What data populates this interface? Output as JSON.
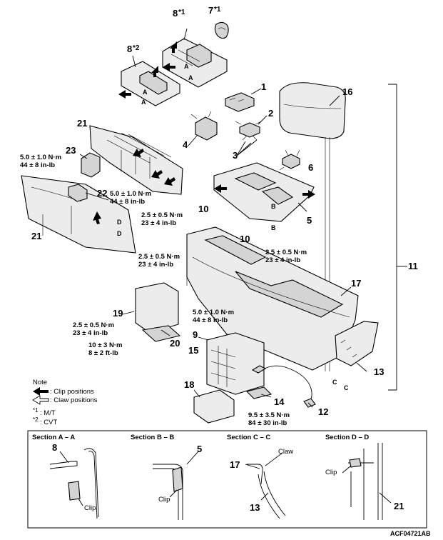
{
  "parts": {
    "p1": "1",
    "p2": "2",
    "p3": "3",
    "p4": "4",
    "p5": "5",
    "p6": "6",
    "p7": "7",
    "p7_sup": "*1",
    "p8": "8",
    "p8a_sup": "*1",
    "p8b": "8",
    "p8b_sup": "*2",
    "p9": "9",
    "p10a": "10",
    "p10b": "10",
    "p11": "11",
    "p12": "12",
    "p13": "13",
    "p14": "14",
    "p15": "15",
    "p16": "16",
    "p17": "17",
    "p18": "18",
    "p19": "19",
    "p20": "20",
    "p21a": "21",
    "p21b": "21",
    "p22": "22",
    "p23": "23"
  },
  "letters": {
    "a1": "A",
    "a2": "A",
    "a3": "A",
    "a4": "A",
    "b1": "B",
    "b2": "B",
    "c1": "C",
    "c2": "C",
    "d1": "D",
    "d2": "D"
  },
  "torques": {
    "t1": "5.0 ± 1.0 N·m\n44 ± 8 in-lb",
    "t2": "5.0 ± 1.0 N·m\n44 ± 8 in-lb",
    "t3": "2.5 ± 0.5 N·m\n23 ± 4 in-lb",
    "t4": "2.5 ± 0.5 N·m\n23 ± 4 in-lb",
    "t5": "2.5 ± 0.5 N·m\n23 ± 4 in-lb",
    "t6": "2.5 ± 0.5 N·m\n23 ± 4 in-lb",
    "t7": "5.0 ± 1.0 N·m\n44 ± 8 in-lb",
    "t8": "10 ± 3 N·m\n8 ± 2 ft-lb",
    "t9": "9.5 ± 3.5 N·m\n84 ± 30 in-lb"
  },
  "note": {
    "title": "Note",
    "clip": ": Clip positions",
    "claw": ": Claw positions",
    "fn1_mark": "*1",
    "fn1_text": ": M/T",
    "fn2_mark": "*2",
    "fn2_text": ": CVT"
  },
  "sections": {
    "aa_title": "Section A – A",
    "aa_part": "8",
    "aa_clip": "Clip",
    "bb_title": "Section B – B",
    "bb_part": "5",
    "bb_clip": "Clip",
    "cc_title": "Section C – C",
    "cc_part_top": "17",
    "cc_claw": "Claw",
    "cc_part_bottom": "13",
    "dd_title": "Section D – D",
    "dd_clip": "Clip",
    "dd_part": "21"
  },
  "figure_code": "ACF04721AB"
}
